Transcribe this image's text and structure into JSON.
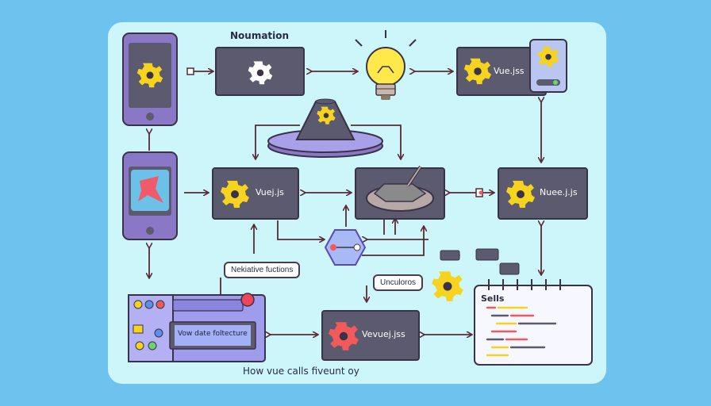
{
  "diagram": {
    "top_label": "Noumation",
    "node_top_right": "Vue.jss",
    "node_mid_left": "Vuej.js",
    "node_mid_right": "Nuee.j.js",
    "node_bottom": "Vevuej.jss",
    "callout_left": "Nekiative fuctions",
    "callout_center": "Unculoros",
    "console_screen": "Vow date foltecture",
    "notes_title": "Sells",
    "caption": "How vue calls fiveunt oy"
  },
  "colors": {
    "background": "#6ec3ee",
    "panel": "#cdf6fb",
    "node_fill": "#5b5a6e",
    "node_border": "#3a3347",
    "arrow": "#5a2a35",
    "gear_yellow": "#f6d31f",
    "gear_red": "#f05a5a",
    "phone_purple": "#8a78c7"
  }
}
